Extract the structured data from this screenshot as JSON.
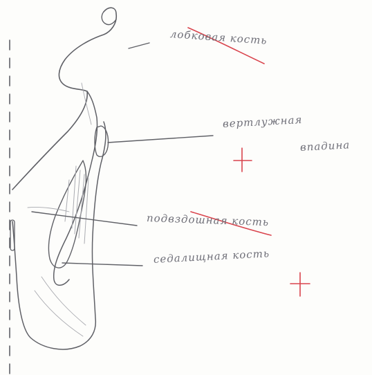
{
  "labels": {
    "ilium": "подвздошная кость",
    "acetabulum_line1": "вертлужная",
    "acetabulum_line2": "впадина",
    "pubis": "лобковая кость",
    "ischium": "седалищная кость"
  },
  "marks": {
    "correct": "+"
  },
  "colors": {
    "pencil": "#5f6066",
    "red_pen": "#d9434c",
    "paper": "#fdfdfb"
  }
}
